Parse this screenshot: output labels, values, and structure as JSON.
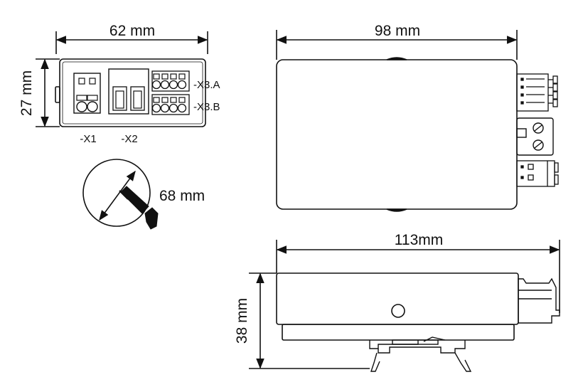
{
  "front_view": {
    "width_label": "62 mm",
    "height_label": "27 mm",
    "terminals": {
      "x1": "-X1",
      "x2": "-X2",
      "x3a": "-X3.A",
      "x3b": "-X3.B"
    }
  },
  "top_view": {
    "width_label": "98 mm"
  },
  "side_view": {
    "width_label": "113mm",
    "height_label": "38 mm"
  },
  "clearance": {
    "label": "68 mm"
  }
}
